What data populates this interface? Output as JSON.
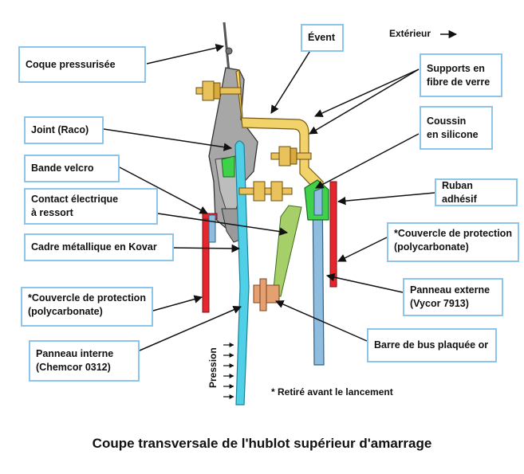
{
  "caption": "Coupe transversale de l'hublot supérieur d'amarrage",
  "exterior_label": "Extérieur",
  "pressure_label": "Pression",
  "footnote": "* Retiré avant le lancement",
  "labels": {
    "coque": "Coque pressurisée",
    "joint": "Joint (Raco)",
    "velcro": "Bande velcro",
    "contact": "Contact électrique\nà ressort",
    "cadre": "Cadre métallique en Kovar",
    "couvercle_left": "*Couvercle de protection\n(polycarbonate)",
    "panneau_interne": "Panneau interne\n(Chemcor 0312)",
    "event": "Évent",
    "supports": "Supports en\nfibre de verre",
    "coussin": "Coussin\nen silicone",
    "ruban": "Ruban adhésif",
    "couvercle_right": "*Couvercle de protection\n(polycarbonate)",
    "panneau_externe": "Panneau externe\n(Vycor 7913)",
    "barre": "Barre de bus plaquée or"
  },
  "colors": {
    "box_border": "#8cc4ea",
    "hull_gray": "#a7a7a7",
    "fiberglass_yellow": "#f2d36b",
    "seal_green": "#3fd14a",
    "inner_pane_cyan": "#4fd0e6",
    "outer_pane_blue": "#8fbde0",
    "cover_red": "#e5262c",
    "bus_bar_green": "#a6cf6a",
    "bolt_gold": "#e9c25c",
    "frame_copper": "#e4a070"
  }
}
